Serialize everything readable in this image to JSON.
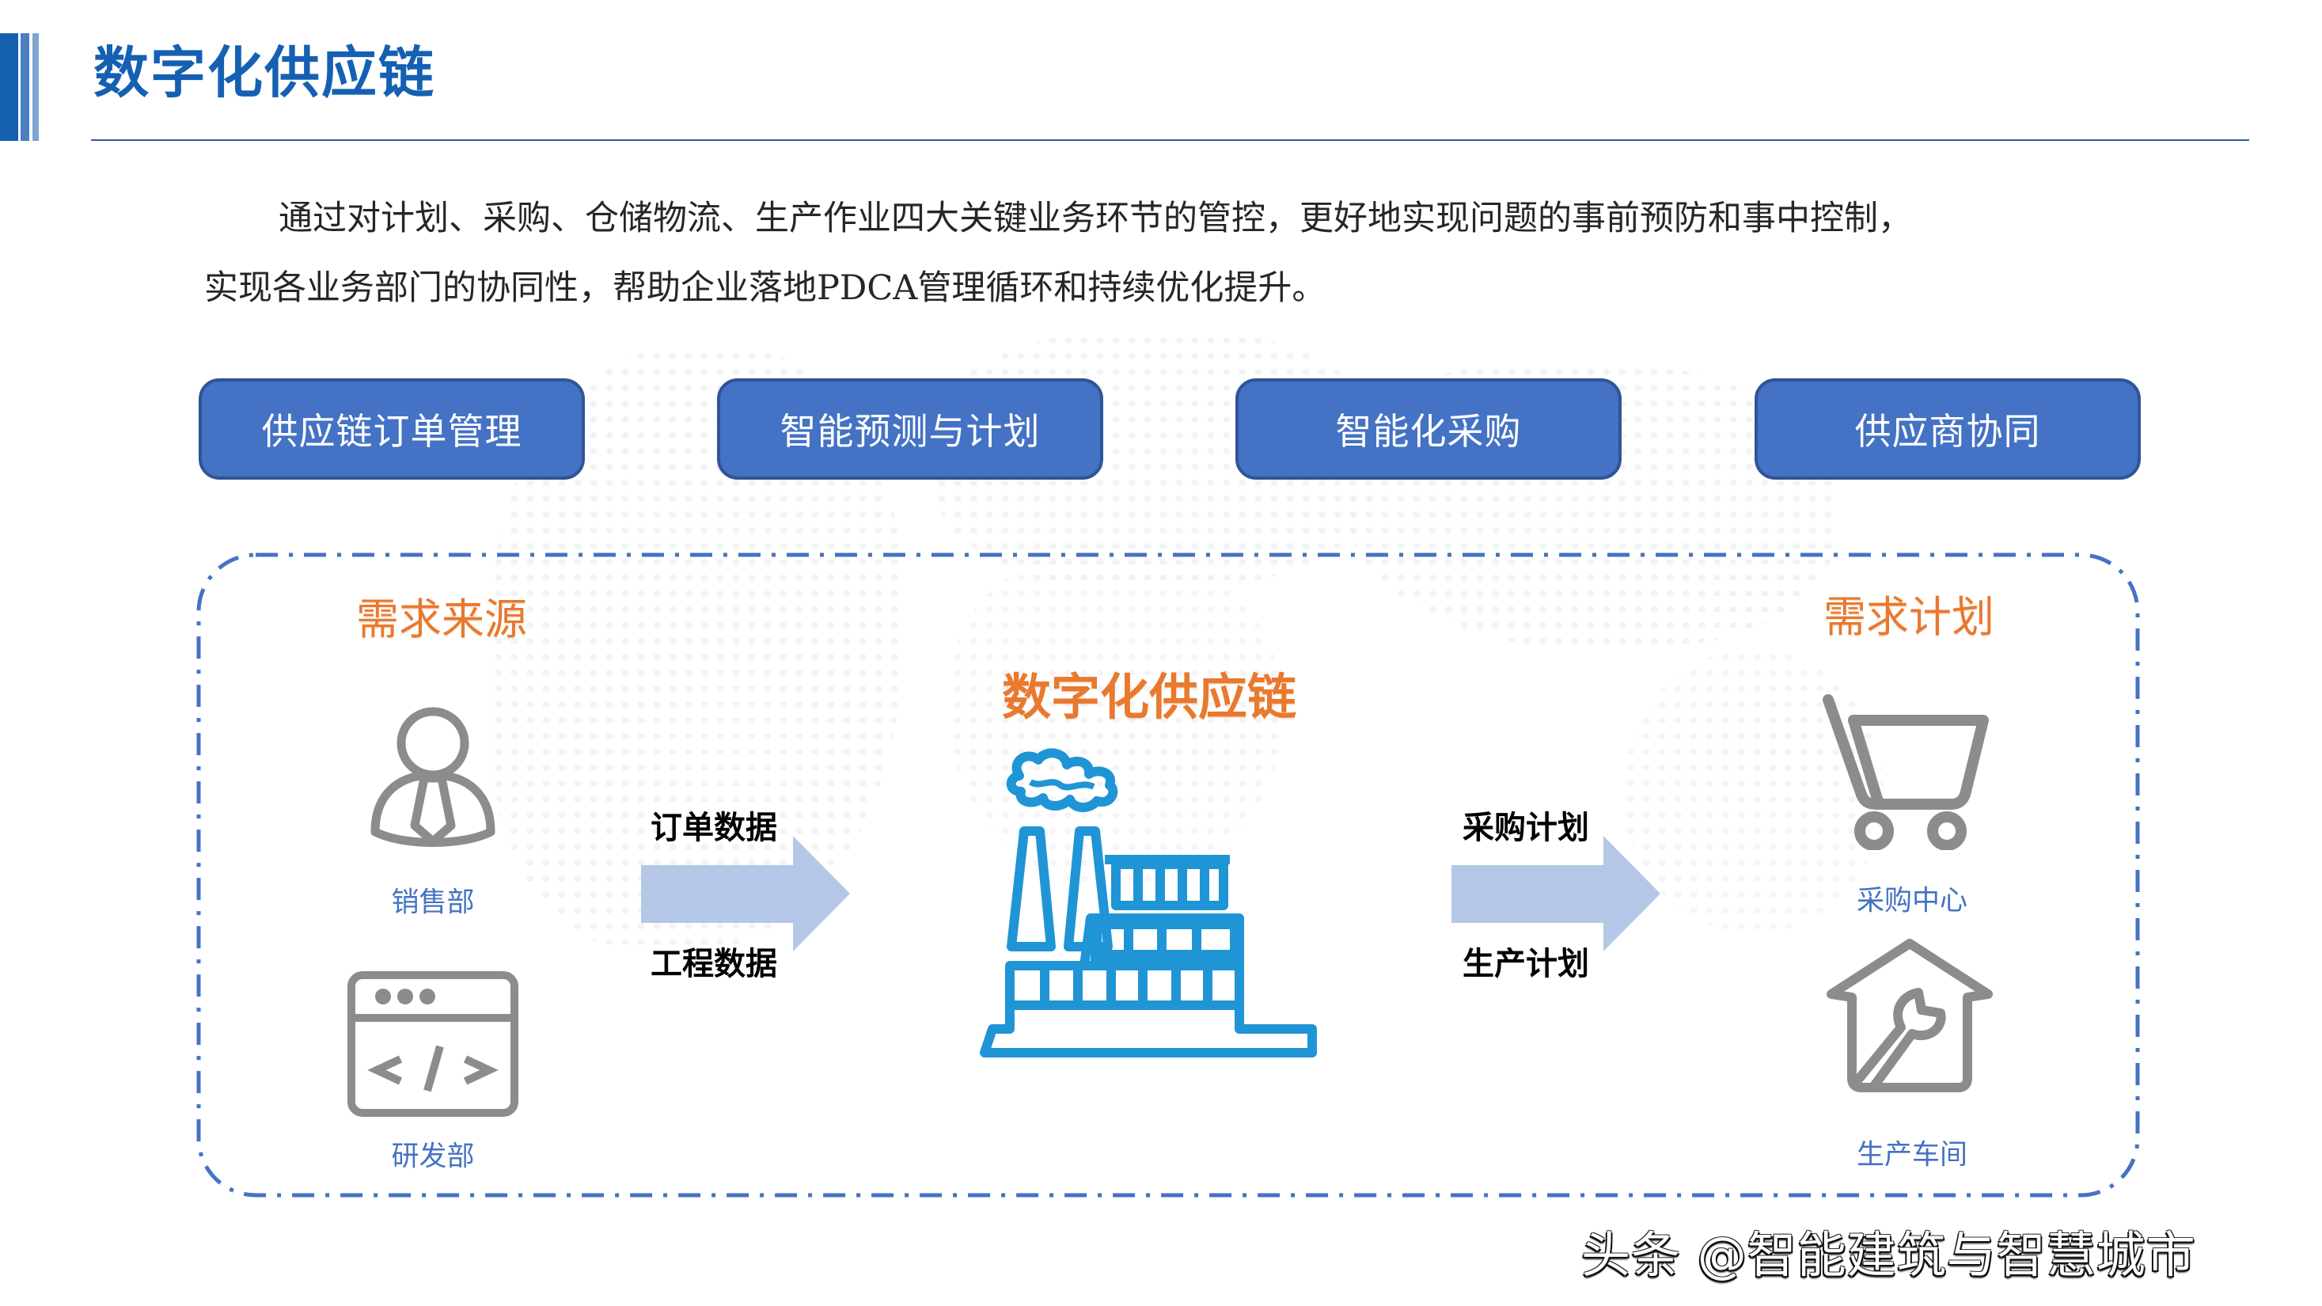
{
  "header": {
    "title": "数字化供应链"
  },
  "intro": {
    "line1": "通过对计划、采购、仓储物流、生产作业四大关键业务环节的管控，更好地实现问题的事前预防和事中控制，",
    "line2": "实现各业务部门的协同性，帮助企业落地PDCA管理循环和持续优化提升。"
  },
  "modules": [
    {
      "label": "供应链订单管理"
    },
    {
      "label": "智能预测与计划"
    },
    {
      "label": "智能化采购"
    },
    {
      "label": "供应商协同"
    }
  ],
  "diagram": {
    "source": {
      "heading": "需求来源",
      "items": [
        {
          "label": "销售部",
          "icon": "salesperson-icon"
        },
        {
          "label": "研发部",
          "icon": "code-window-icon"
        }
      ]
    },
    "input_flow": {
      "top_label": "订单数据",
      "bottom_label": "工程数据"
    },
    "center": {
      "heading": "数字化供应链",
      "icon": "factory-icon"
    },
    "output_flow": {
      "top_label": "采购计划",
      "bottom_label": "生产计划"
    },
    "plan": {
      "heading": "需求计划",
      "items": [
        {
          "label": "采购中心",
          "icon": "shopping-cart-icon"
        },
        {
          "label": "生产车间",
          "icon": "house-wrench-icon"
        }
      ]
    }
  },
  "watermark": "头条 @智能建筑与智慧城市",
  "colors": {
    "title_blue": "#1560b3",
    "module_fill": "#4472c4",
    "module_border": "#2f5597",
    "heading_orange": "#e8792f",
    "label_blue": "#4472c4",
    "arrow_fill": "#b4c7e7",
    "factory_blue": "#1f95d6",
    "icon_grey": "#8c8c8c",
    "frame_dash": "#4472c4"
  }
}
